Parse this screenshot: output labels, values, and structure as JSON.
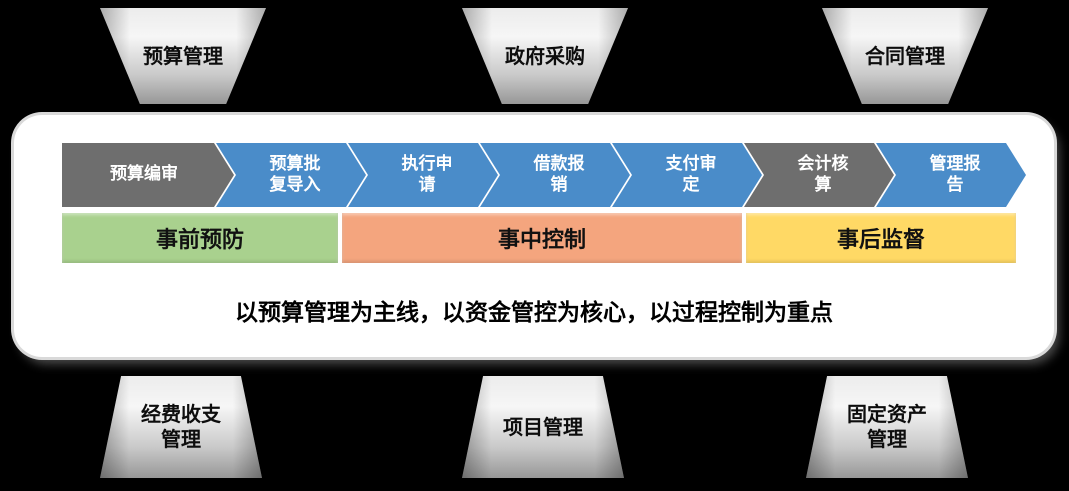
{
  "top_modules": [
    {
      "label": "预算管理"
    },
    {
      "label": "政府采购"
    },
    {
      "label": "合同管理"
    }
  ],
  "bottom_modules": [
    {
      "label": "经费收支\n管理"
    },
    {
      "label": "项目管理"
    },
    {
      "label": "固定资产\n管理"
    }
  ],
  "process": {
    "steps": [
      {
        "label": "预算编审",
        "color": "#6e6e6e"
      },
      {
        "label": "预算批\n复导入",
        "color": "#4a8cc9"
      },
      {
        "label": "执行申\n请",
        "color": "#4a8cc9"
      },
      {
        "label": "借款报\n销",
        "color": "#4a8cc9"
      },
      {
        "label": "支付审\n定",
        "color": "#4a8cc9"
      },
      {
        "label": "会计核\n算",
        "color": "#6e6e6e"
      },
      {
        "label": "管理报\n告",
        "color": "#4a8cc9"
      }
    ],
    "phases": [
      {
        "label": "事前预防",
        "color": "#a9d18e"
      },
      {
        "label": "事中控制",
        "color": "#f4a57e"
      },
      {
        "label": "事后监督",
        "color": "#ffd965"
      }
    ],
    "caption": "以预算管理为主线，以资金管控为核心，以过程控制为重点"
  }
}
